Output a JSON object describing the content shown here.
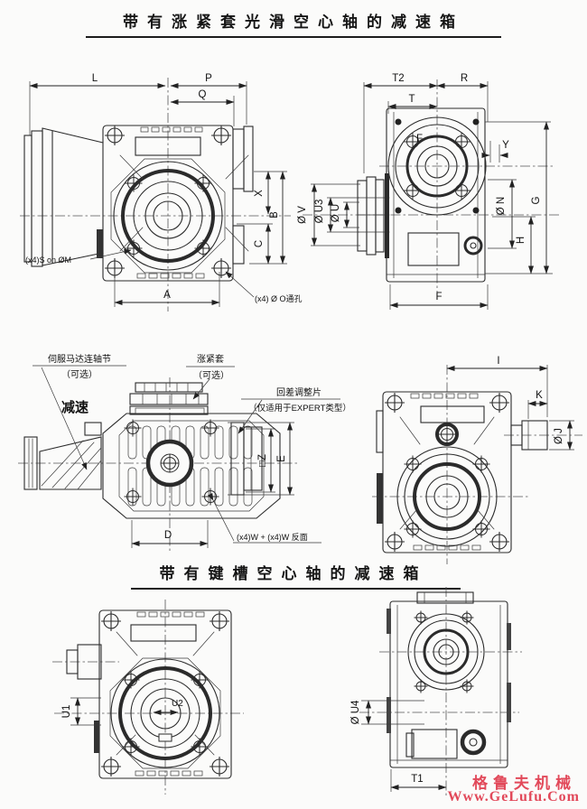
{
  "titles": {
    "top": "带有涨紧套光滑空心轴的减速箱",
    "bottom": "带有键槽空心轴的减速箱"
  },
  "views": {
    "top_front": {
      "dim_L": "L",
      "dim_P": "P",
      "dim_Q": "Q",
      "dim_X": "X",
      "dim_B": "B",
      "dim_C": "C",
      "dim_A": "A",
      "callout_screws": "(x4)S on ØM",
      "callout_through_holes": "(x4) Ø O通孔"
    },
    "top_side": {
      "dim_T2": "T2",
      "dim_R": "R",
      "dim_T": "T",
      "dim_Y": "Y",
      "dim_N": "Ø N",
      "dim_H": "H",
      "dim_G": "G",
      "dim_F": "F",
      "dim_V": "Ø V",
      "dim_U3": "Ø U3",
      "dim_U": "Ø U",
      "face_mark": "F"
    },
    "mid_top": {
      "label_reduction": "减速",
      "callout_servo_coupling": "伺服马达连轴节",
      "callout_servo_coupling_note": "（可选）",
      "callout_shrink_disc": "涨紧套",
      "callout_shrink_disc_note": "（可选）",
      "callout_backlash_shim": "回差调整片",
      "callout_backlash_shim_note": "（仅适用于EXPERT类型）",
      "dim_Z": "□Z",
      "dim_E": "E",
      "dim_D": "D",
      "note_screws": "(x4)W + (x4)W 反面"
    },
    "mid_side": {
      "dim_I": "I",
      "dim_K": "K",
      "dim_J": "Ø J"
    },
    "bottom_front": {
      "dim_U1": "U1",
      "dim_U2": "U2"
    },
    "bottom_side": {
      "dim_U4": "Ø U4",
      "dim_T1": "T1"
    }
  },
  "watermark": {
    "brand": "格鲁夫机械",
    "site": "Www.GeLufu.Com",
    "color": "#e2495a"
  }
}
